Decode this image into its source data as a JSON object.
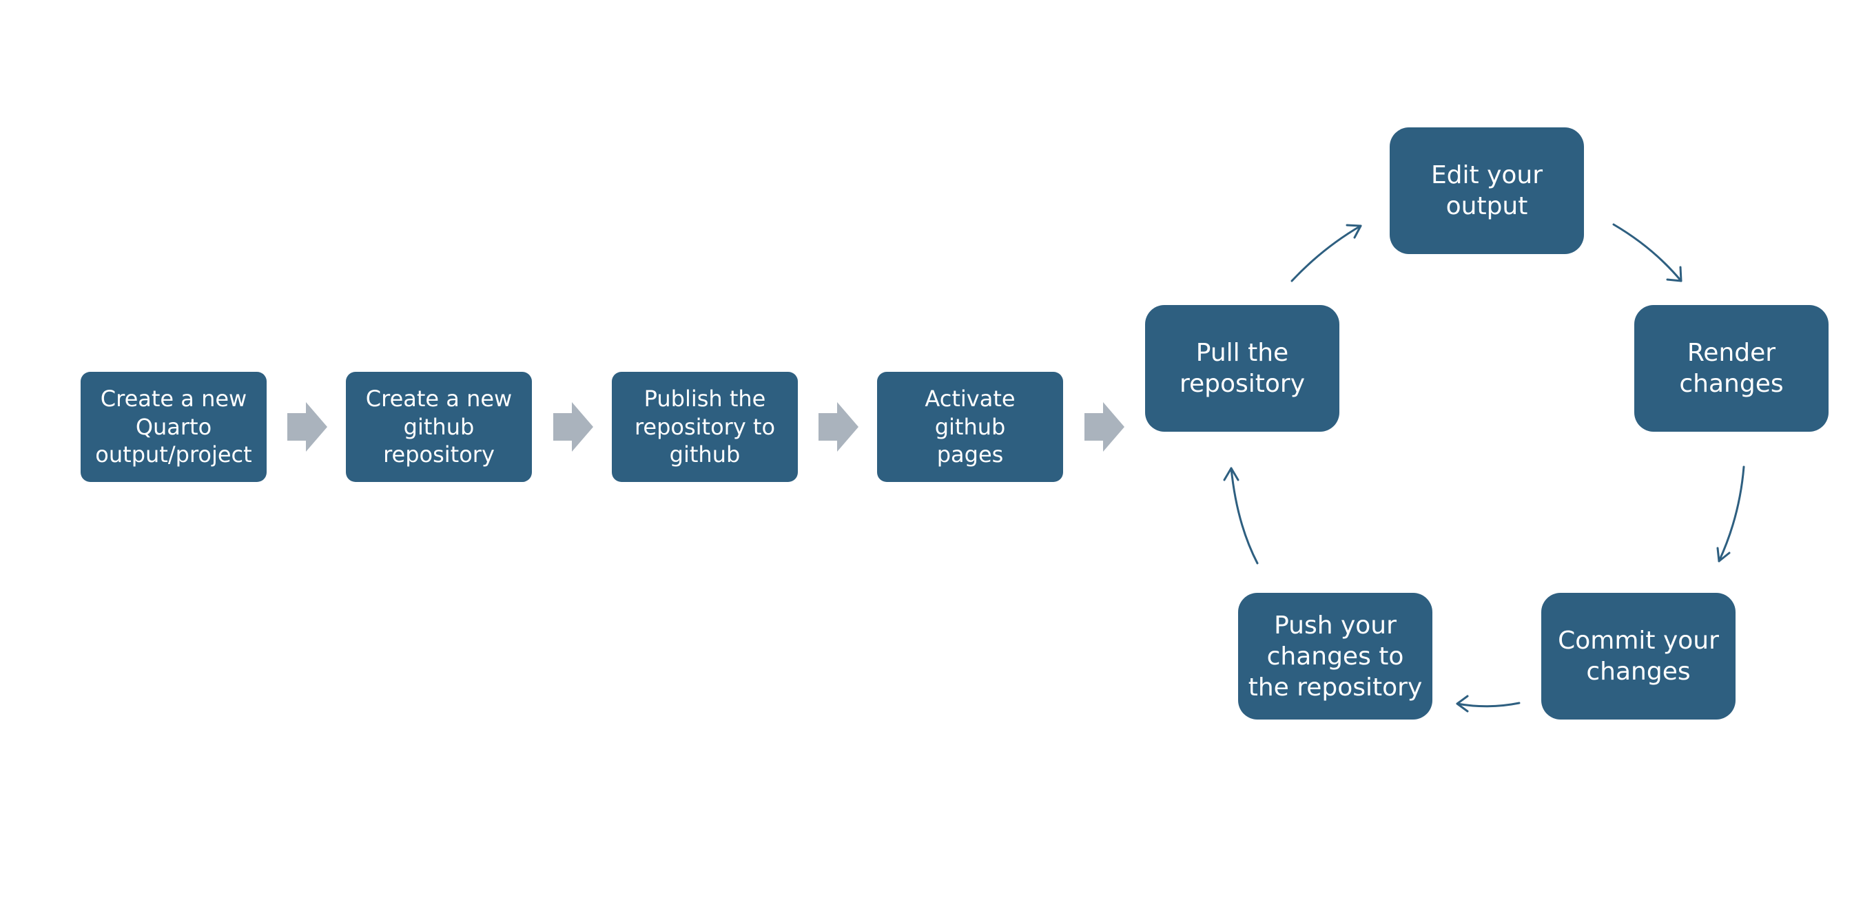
{
  "colors": {
    "box_fill": "#2e5f80",
    "box_text": "#ffffff",
    "block_arrow": "#aab3bd",
    "cycle_arrow": "#2e5f80"
  },
  "linear_steps": [
    {
      "label": "Create a new\nQuarto\noutput/project"
    },
    {
      "label": "Create a new\ngithub\nrepository"
    },
    {
      "label": "Publish the\nrepository to\ngithub"
    },
    {
      "label": "Activate github\npages"
    }
  ],
  "cycle_steps": [
    {
      "label": "Pull the\nrepository"
    },
    {
      "label": "Edit your\noutput"
    },
    {
      "label": "Render\nchanges"
    },
    {
      "label": "Commit your\nchanges"
    },
    {
      "label": "Push your\nchanges to\nthe repository"
    }
  ]
}
